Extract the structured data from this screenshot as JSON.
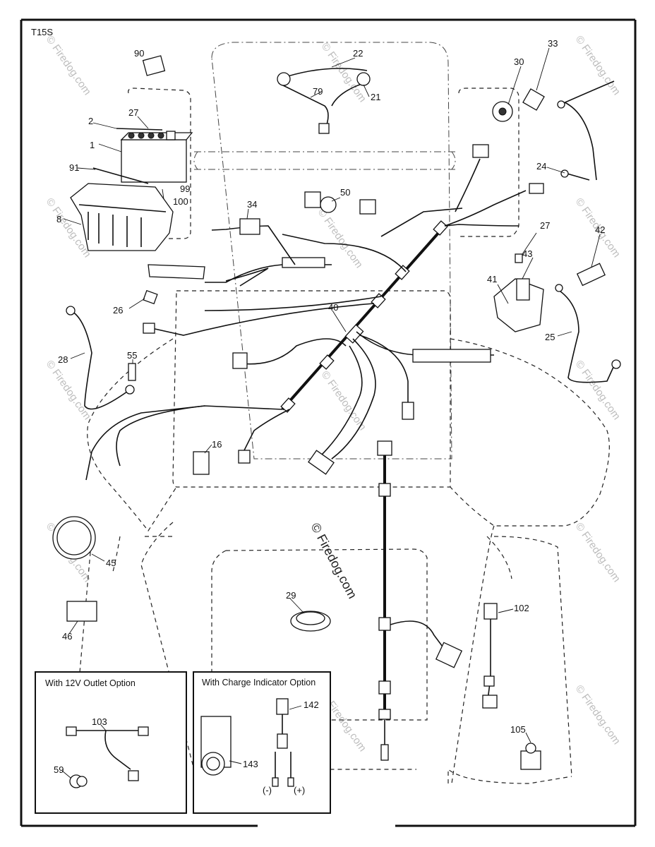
{
  "diagram_code": "T15S",
  "watermark": {
    "center_text": "© Firedog.com",
    "side_text": "© Firedog.com"
  },
  "parts": {
    "p1": "1",
    "p2": "2",
    "p8": "8",
    "p16": "16",
    "p21": "21",
    "p22": "22",
    "p24": "24",
    "p25": "25",
    "p26": "26",
    "p27a": "27",
    "p27b": "27",
    "p28": "28",
    "p29": "29",
    "p30": "30",
    "p33": "33",
    "p34": "34",
    "p40": "40",
    "p41": "41",
    "p42": "42",
    "p43": "43",
    "p45": "45",
    "p46": "46",
    "p50": "50",
    "p55": "55",
    "p59": "59",
    "p79": "79",
    "p90": "90",
    "p91": "91",
    "p99": "99",
    "p100": "100",
    "p102": "102",
    "p103": "103",
    "p105": "105",
    "p142": "142",
    "p143": "143"
  },
  "option_boxes": {
    "outlet_title": "With 12V Outlet Option",
    "charge_title": "With Charge Indicator Option"
  },
  "polarity": {
    "minus": "(-)",
    "plus": "(+)"
  },
  "colors": {
    "line": "#111111",
    "background": "#ffffff",
    "watermark": "#bdbdbd"
  }
}
